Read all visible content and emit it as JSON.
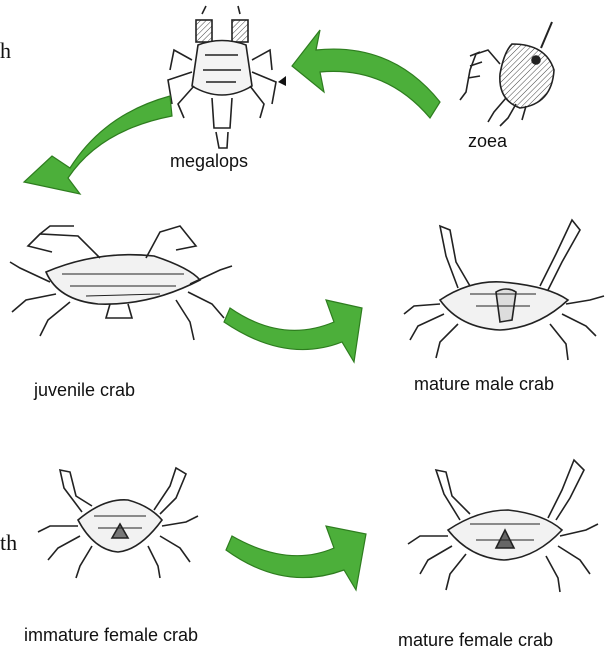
{
  "labels": {
    "megalops": "megalops",
    "zoea": "zoea",
    "juvenile": "juvenile crab",
    "mature_male": "mature male crab",
    "immature_female": "immature female crab",
    "mature_female": "mature female crab"
  },
  "edge_fragments": {
    "top": "h",
    "bottom": "th"
  },
  "colors": {
    "arrow_fill": "#4caf3a",
    "arrow_stroke": "#2e7d1f",
    "sketch": "#222222"
  }
}
